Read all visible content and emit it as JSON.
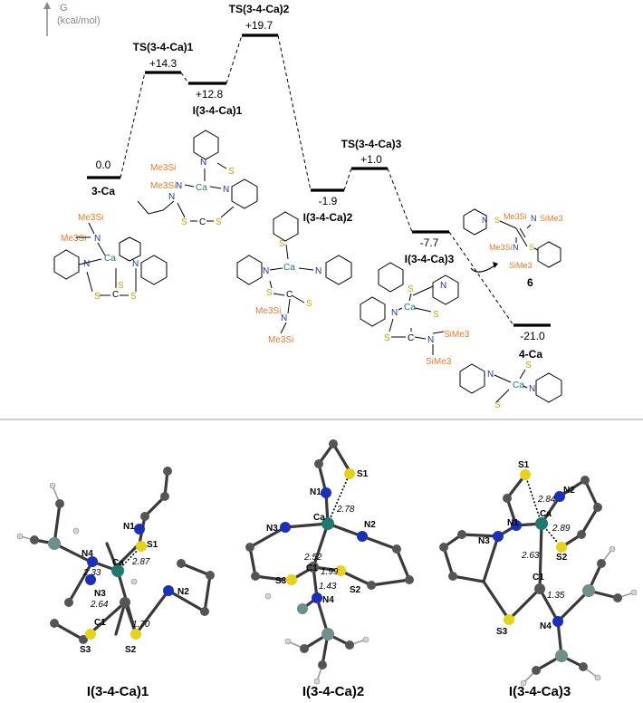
{
  "energy_diagram": {
    "axis_label": "G",
    "axis_unit": "(kcal/mol)",
    "states": [
      {
        "name": "3-Ca",
        "energy": "0.0"
      },
      {
        "name": "TS(3-4-Ca)1",
        "energy": "+14.3"
      },
      {
        "name": "I(3-4-Ca)1",
        "energy": "+12.8"
      },
      {
        "name": "TS(3-4-Ca)2",
        "energy": "+19.7"
      },
      {
        "name": "I(3-4-Ca)2",
        "energy": "-1.9"
      },
      {
        "name": "TS(3-4-Ca)3",
        "energy": "+1.0"
      },
      {
        "name": "I(3-4-Ca)3",
        "energy": "-7.7"
      },
      {
        "name": "4-Ca",
        "energy": "-21.0"
      }
    ],
    "side_product": "6"
  },
  "structure_text": {
    "me3si": "Me3Si",
    "simes3": "SiMe3",
    "n": "N",
    "s": "S",
    "ca": "Ca",
    "c": "C"
  },
  "structures_3d": [
    {
      "name": "I(3-4-Ca)1",
      "atom_labels": [
        "N1",
        "N4",
        "Ca",
        "S1",
        "N3",
        "N2",
        "C1",
        "S3",
        "S2"
      ],
      "distances": [
        "2.33",
        "2.87",
        "2.64",
        "1.70"
      ]
    },
    {
      "name": "I(3-4-Ca)2",
      "atom_labels": [
        "S1",
        "N1",
        "N3",
        "Ca",
        "N2",
        "S3",
        "C1",
        "S2",
        "N4"
      ],
      "distances": [
        "2.78",
        "2.52",
        "1.99",
        "1.43"
      ]
    },
    {
      "name": "I(3-4-Ca)3",
      "atom_labels": [
        "S1",
        "N2",
        "N1",
        "Ca",
        "N3",
        "S2",
        "C1",
        "S3",
        "N4"
      ],
      "distances": [
        "2.84",
        "2.89",
        "2.63",
        "1.35"
      ]
    }
  ],
  "colors": {
    "silicon": "#e8792b",
    "calcium": "#1f7a6e",
    "nitrogen": "#1c2fb8",
    "sulfur": "#e6d21b"
  }
}
